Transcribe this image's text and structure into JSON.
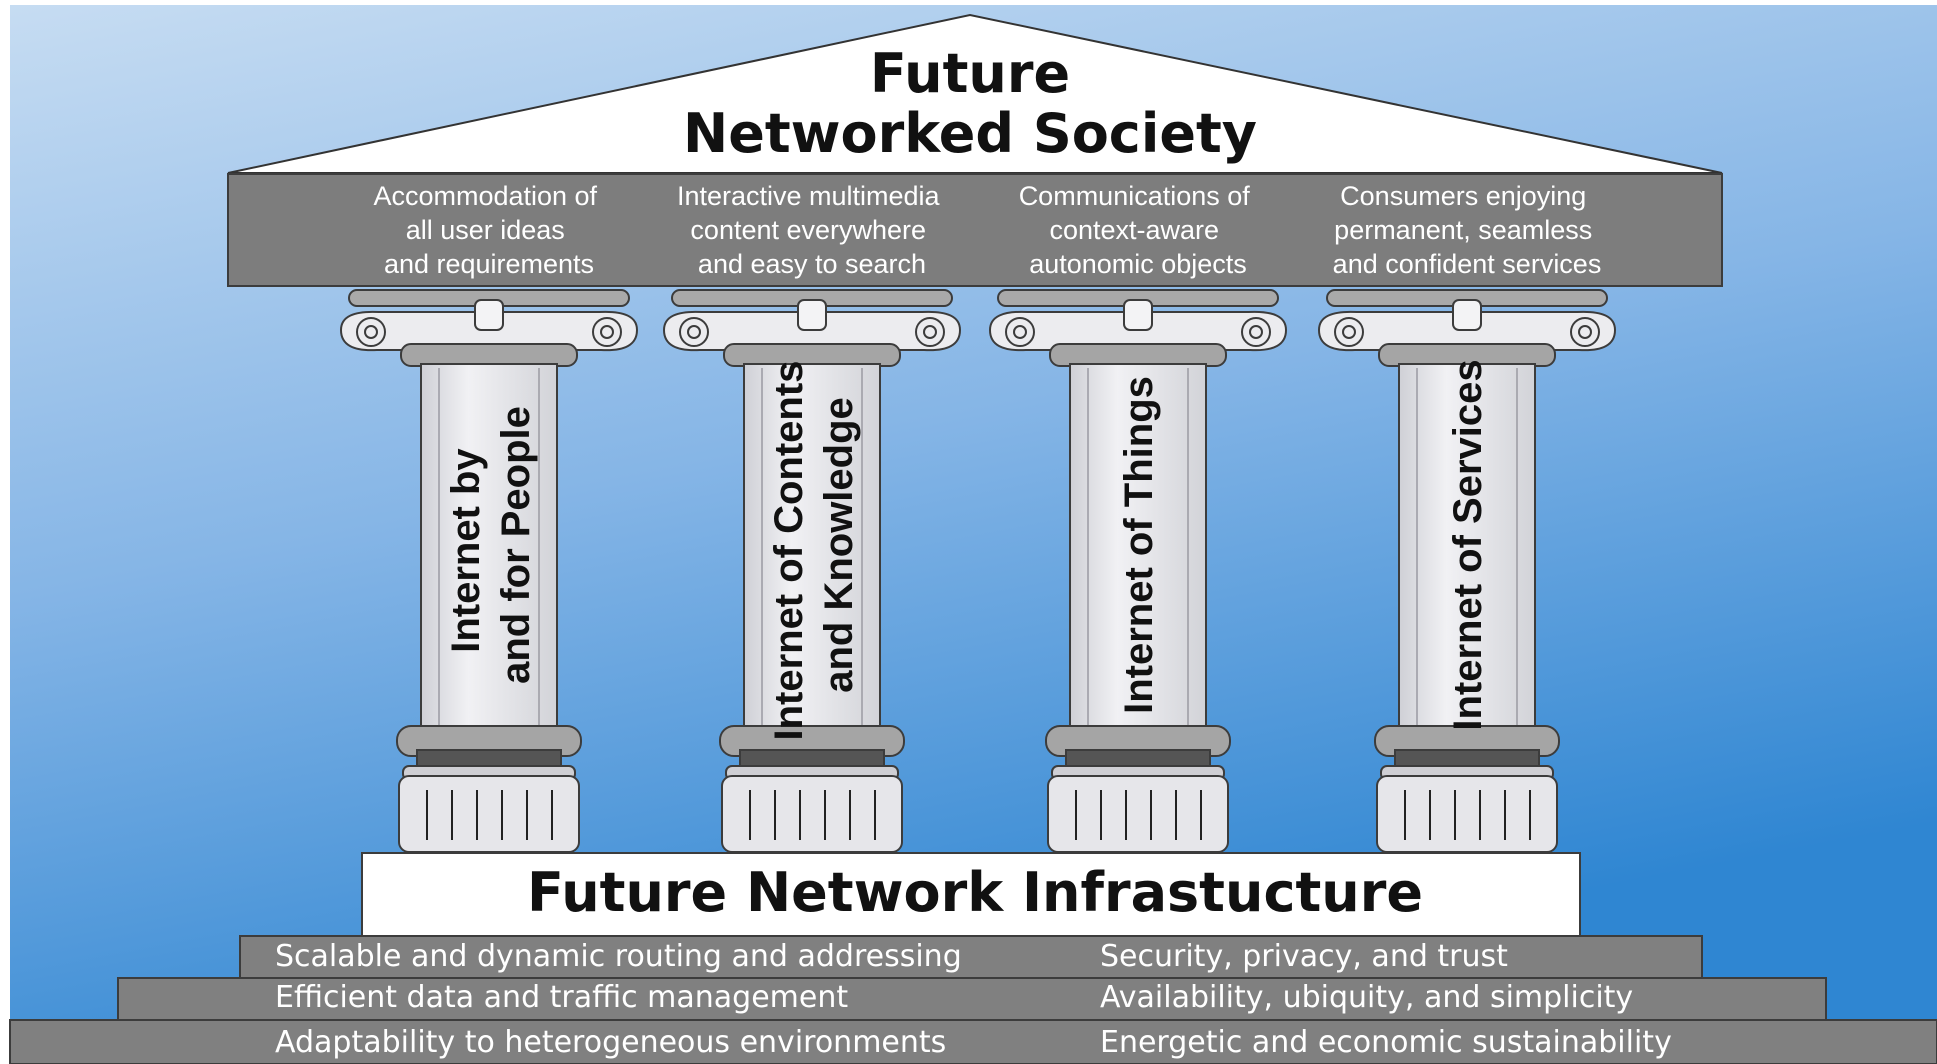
{
  "title": {
    "line1": "Future",
    "line2": "Networked Society"
  },
  "beam": [
    {
      "lines": [
        "Accommodation of",
        "all user ideas",
        "and requirements"
      ]
    },
    {
      "lines": [
        "Interactive multimedia",
        "content everywhere",
        "and easy to search"
      ]
    },
    {
      "lines": [
        "Communications of",
        "context-aware",
        "autonomic objects"
      ]
    },
    {
      "lines": [
        "Consumers enjoying",
        "permanent, seamless",
        "and confident services"
      ]
    }
  ],
  "pillars": [
    {
      "lines": [
        "Internet by",
        "and for People"
      ]
    },
    {
      "lines": [
        "Internet of Contents",
        "and Knowledge"
      ]
    },
    {
      "lines": [
        "Internet of Things"
      ]
    },
    {
      "lines": [
        "Internet of Services"
      ]
    }
  ],
  "infrastructure": {
    "label": "Future Network Infrastucture"
  },
  "steps": [
    {
      "left": "Scalable and dynamic routing and addressing",
      "right": "Security, privacy, and trust"
    },
    {
      "left": "Efficient data and traffic management",
      "right": "Availability, ubiquity, and simplicity"
    },
    {
      "left": "Adaptability to heterogeneous environments",
      "right": "Energetic and economic sustainability"
    }
  ],
  "colors": {
    "background_top": "#b8d3ee",
    "background_bottom": "#3d8fd5",
    "beam": "#7d7d7d",
    "column": "#e4e4e8",
    "steps": "#808080"
  }
}
